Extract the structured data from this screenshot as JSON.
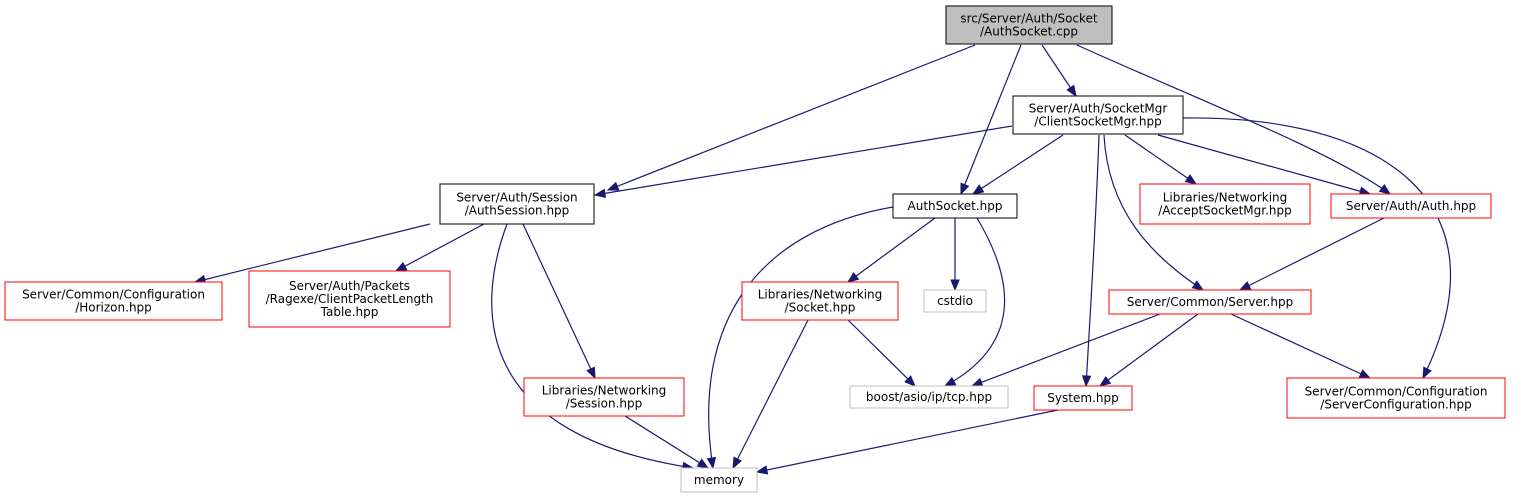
{
  "colors": {
    "edge": "#191970",
    "root_fill": "#bfbfbf",
    "root_border": "#000000",
    "internal_border": "#000000",
    "external_border": "#ff0000",
    "system_border": "#bfbfbf",
    "fill": "#ffffff"
  },
  "nodes": [
    {
      "id": "authsocket_cpp",
      "kind": "root",
      "lines": [
        "src/Server/Auth/Socket",
        "/AuthSocket.cpp"
      ]
    },
    {
      "id": "clientsocketmgr_hpp",
      "kind": "internal",
      "lines": [
        "Server/Auth/SocketMgr",
        "/ClientSocketMgr.hpp"
      ]
    },
    {
      "id": "authsession_hpp",
      "kind": "internal",
      "lines": [
        "Server/Auth/Session",
        "/AuthSession.hpp"
      ]
    },
    {
      "id": "authsocket_hpp",
      "kind": "internal",
      "lines": [
        "AuthSocket.hpp"
      ]
    },
    {
      "id": "acceptsocketmgr_hpp",
      "kind": "external",
      "lines": [
        "Libraries/Networking",
        "/AcceptSocketMgr.hpp"
      ]
    },
    {
      "id": "auth_hpp",
      "kind": "external",
      "lines": [
        "Server/Auth/Auth.hpp"
      ]
    },
    {
      "id": "horizon_hpp",
      "kind": "external",
      "lines": [
        "Server/Common/Configuration",
        "/Horizon.hpp"
      ]
    },
    {
      "id": "clientpacketlengthtable_hpp",
      "kind": "external",
      "lines": [
        "Server/Auth/Packets",
        "/Ragexe/ClientPacketLength",
        "Table.hpp"
      ]
    },
    {
      "id": "socket_hpp",
      "kind": "external",
      "lines": [
        "Libraries/Networking",
        "/Socket.hpp"
      ]
    },
    {
      "id": "cstdio",
      "kind": "system",
      "lines": [
        "cstdio"
      ]
    },
    {
      "id": "server_hpp",
      "kind": "external",
      "lines": [
        "Server/Common/Server.hpp"
      ]
    },
    {
      "id": "session_hpp",
      "kind": "external",
      "lines": [
        "Libraries/Networking",
        "/Session.hpp"
      ]
    },
    {
      "id": "tcp_hpp",
      "kind": "system",
      "lines": [
        "boost/asio/ip/tcp.hpp"
      ]
    },
    {
      "id": "system_hpp",
      "kind": "external",
      "lines": [
        "System.hpp"
      ]
    },
    {
      "id": "serverconfiguration_hpp",
      "kind": "external",
      "lines": [
        "Server/Common/Configuration",
        "/ServerConfiguration.hpp"
      ]
    },
    {
      "id": "memory",
      "kind": "system",
      "lines": [
        "memory"
      ]
    }
  ],
  "edges": [
    {
      "from": "authsocket_cpp",
      "to": "authsession_hpp"
    },
    {
      "from": "authsocket_cpp",
      "to": "authsocket_hpp"
    },
    {
      "from": "authsocket_cpp",
      "to": "clientsocketmgr_hpp"
    },
    {
      "from": "authsocket_cpp",
      "to": "auth_hpp"
    },
    {
      "from": "clientsocketmgr_hpp",
      "to": "authsession_hpp"
    },
    {
      "from": "clientsocketmgr_hpp",
      "to": "authsocket_hpp"
    },
    {
      "from": "clientsocketmgr_hpp",
      "to": "acceptsocketmgr_hpp"
    },
    {
      "from": "clientsocketmgr_hpp",
      "to": "auth_hpp"
    },
    {
      "from": "clientsocketmgr_hpp",
      "to": "server_hpp"
    },
    {
      "from": "clientsocketmgr_hpp",
      "to": "system_hpp"
    },
    {
      "from": "clientsocketmgr_hpp",
      "to": "serverconfiguration_hpp"
    },
    {
      "from": "authsession_hpp",
      "to": "horizon_hpp"
    },
    {
      "from": "authsession_hpp",
      "to": "clientpacketlengthtable_hpp"
    },
    {
      "from": "authsession_hpp",
      "to": "session_hpp"
    },
    {
      "from": "authsession_hpp",
      "to": "memory"
    },
    {
      "from": "authsocket_hpp",
      "to": "socket_hpp"
    },
    {
      "from": "authsocket_hpp",
      "to": "cstdio"
    },
    {
      "from": "authsocket_hpp",
      "to": "tcp_hpp"
    },
    {
      "from": "authsocket_hpp",
      "to": "memory"
    },
    {
      "from": "auth_hpp",
      "to": "server_hpp"
    },
    {
      "from": "socket_hpp",
      "to": "tcp_hpp"
    },
    {
      "from": "socket_hpp",
      "to": "memory"
    },
    {
      "from": "server_hpp",
      "to": "tcp_hpp"
    },
    {
      "from": "server_hpp",
      "to": "system_hpp"
    },
    {
      "from": "server_hpp",
      "to": "serverconfiguration_hpp"
    },
    {
      "from": "session_hpp",
      "to": "memory"
    },
    {
      "from": "system_hpp",
      "to": "memory"
    }
  ]
}
